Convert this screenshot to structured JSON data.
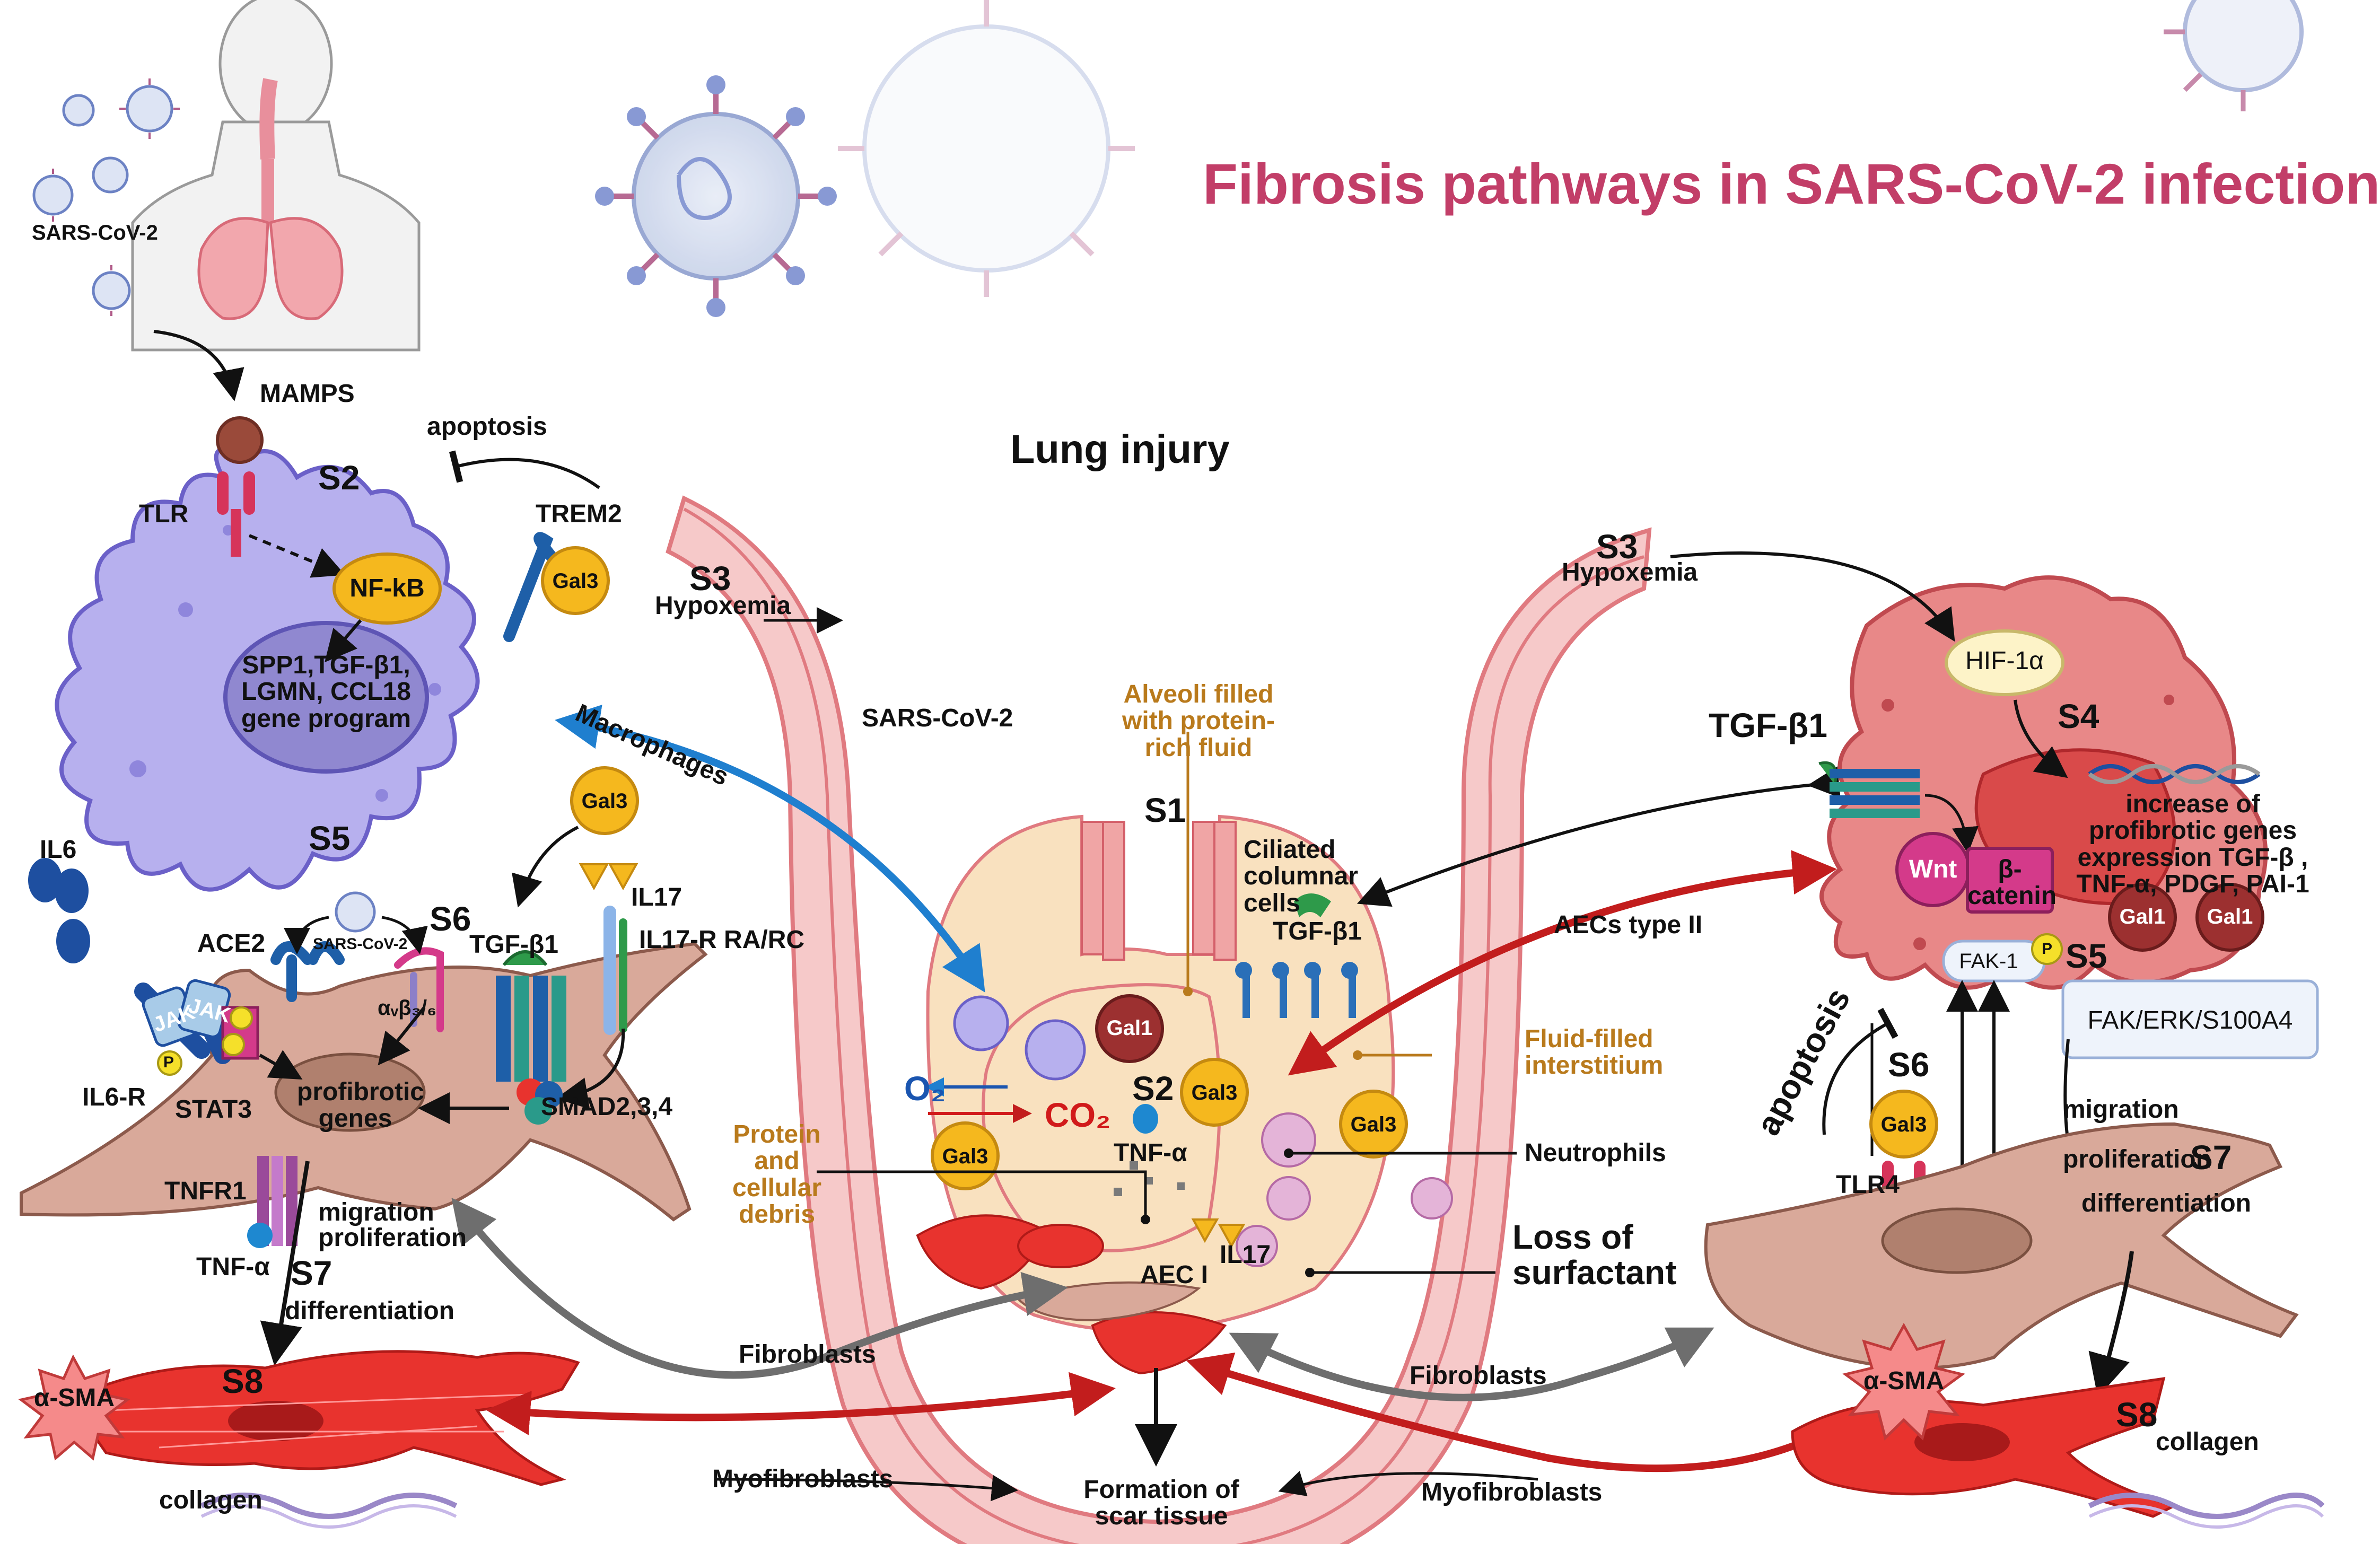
{
  "title": "Fibrosis pathways in SARS-CoV-2 infection",
  "colors": {
    "title": "#c23e68",
    "macrophage": "#b7b0ee",
    "fibroblast": "#d9a99a",
    "myofibroblast": "#e8332e",
    "alveolar_wall": "#f2b8b8",
    "galectin3": "#f5b81e",
    "galectin1": "#9c3030",
    "fluid_label": "#b97a1c",
    "arrow_blue": "#1f7fcf",
    "arrow_red": "#c21d1d",
    "arrow_gray": "#6e6e6e"
  },
  "top_left": {
    "virus_label": "SARS-CoV-2",
    "mamps": "MAMPS",
    "apoptosis": "apoptosis",
    "tlr": "TLR",
    "step_s2": "S2",
    "trem2": "TREM2",
    "nfkb": "NF-kB",
    "gene_program": "SPP1,TGF-β1, LGMN, CCL18 gene program",
    "gal3": "Gal3",
    "step_s5": "S5",
    "macrophages": "Macrophages"
  },
  "left_fibroblast": {
    "il6": "IL6",
    "ace2": "ACE2",
    "sars_small": "SARS-CoV-2",
    "step_s6": "S6",
    "tgfb1": "TGF-β1",
    "gal3": "Gal3",
    "il17": "IL17",
    "il17r": "IL17-R RA/RC",
    "integrin": "αᵥβ₃/₆",
    "jak_a": "JAK",
    "jak_b": "JAK",
    "p": "P",
    "il6r": "IL6-R",
    "stat3": "STAT3",
    "profibrotic": "profibrotic genes",
    "smad": "SMAD2,3,4",
    "tnfr1": "TNFR1",
    "tnfa": "TNF-α",
    "migration": "migration",
    "proliferation": "proliferation",
    "step_s7": "S7",
    "differentiation": "differentiation"
  },
  "left_myofibroblast": {
    "step_s8": "S8",
    "asma": "α-SMA",
    "collagen": "collagen"
  },
  "center": {
    "lung_injury": "Lung injury",
    "step_s3": "S3",
    "hypoxemia": "Hypoxemia",
    "sars": "SARS-CoV-2",
    "alveoli_fluid": "Alveoli filled with protein-rich fluid",
    "step_s1": "S1",
    "ciliated": "Ciliated columnar cells",
    "tgfb1": "TGF-β1",
    "aecs2": "AECs type II",
    "fluid_interstitium": "Fluid-filled interstitium",
    "gal1": "Gal1",
    "gal3_a": "Gal3",
    "gal3_b": "Gal3",
    "gal3_c": "Gal3",
    "o2": "O₂",
    "co2": "CO₂",
    "step_s2": "S2",
    "tnfa": "TNF-α",
    "neutrophils": "Neutrophils",
    "protein_debris": "Protein and cellular debris",
    "il17": "IL17",
    "aec1": "AEC I",
    "loss_surfactant": "Loss of surfactant",
    "fibroblasts_left": "Fibroblasts",
    "fibroblasts_right": "Fibroblasts",
    "myofibroblasts_left": "Myofibroblasts",
    "myofibroblasts_right": "Myofibroblasts",
    "scar": "Formation of scar tissue"
  },
  "right": {
    "step_s3": "S3",
    "hypoxemia": "Hypoxemia",
    "hif": "HIF-1α",
    "tgfb1": "TGF-β1",
    "step_s4": "S4",
    "gene_increase": "increase of profibrotic genes expression TGF-β , TNF-α, PDGF, PAI-1",
    "wnt": "Wnt",
    "bcatenin": "β-catenin",
    "gal1_a": "Gal1",
    "gal1_b": "Gal1",
    "fak1": "FAK-1",
    "p": "P",
    "step_s5": "S5",
    "fak_box": "FAK/ERK/S100A4",
    "apoptosis": "apoptosis",
    "step_s6": "S6",
    "gal3": "Gal3",
    "tlr4": "TLR4",
    "migration": "migration",
    "proliferation": "proliferation",
    "step_s7": "S7",
    "differentiation": "differentiation",
    "asma": "α-SMA",
    "step_s8": "S8",
    "collagen": "collagen"
  }
}
